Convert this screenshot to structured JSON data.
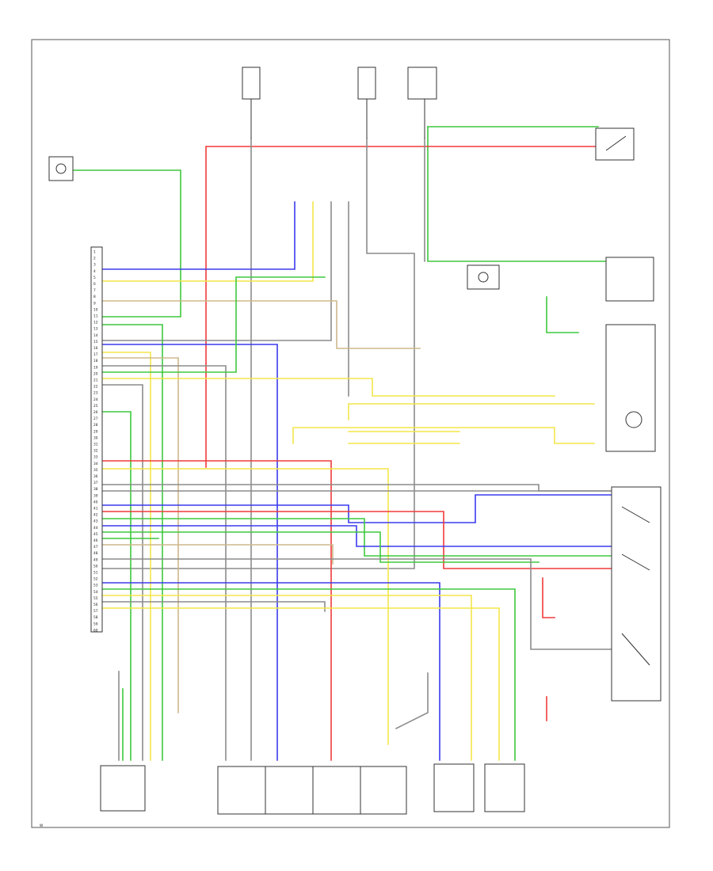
{
  "colors": {
    "green": "#3ec83e",
    "red": "#f03a3a",
    "blue": "#3a3aee",
    "yellow": "#f3e64a",
    "tan": "#cdb88c",
    "gray": "#8c8c8c",
    "lightgreen": "#9fe87a"
  },
  "tcm": {
    "pins": [
      "1",
      "2",
      "3",
      "4",
      "5",
      "6",
      "7",
      "8",
      "9",
      "10",
      "11",
      "12",
      "13",
      "14",
      "15",
      "16",
      "17",
      "18",
      "19",
      "20",
      "21",
      "22",
      "23",
      "24",
      "25",
      "26",
      "27",
      "28",
      "29",
      "30",
      "31",
      "32",
      "33",
      "34",
      "35",
      "36",
      "37",
      "38",
      "39",
      "40",
      "41",
      "42",
      "43",
      "44",
      "45",
      "46",
      "47",
      "48",
      "49",
      "50",
      "51",
      "52",
      "53",
      "54",
      "55",
      "56",
      "57",
      "58",
      "59",
      "60"
    ]
  },
  "footer_code": "W"
}
